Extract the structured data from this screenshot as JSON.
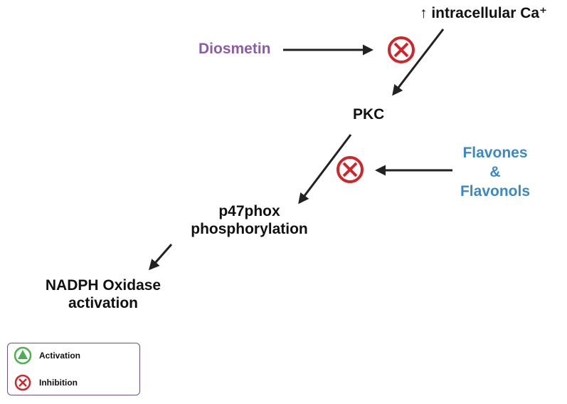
{
  "nodes": {
    "calcium": "↑ intracellular Ca⁺",
    "pkc": "PKC",
    "p47phox_line1": "p47phox",
    "p47phox_line2": "phosphorylation",
    "nadph_line1": "NADPH Oxidase",
    "nadph_line2": "activation"
  },
  "inhibitors": {
    "diosmetin": "Diosmetin",
    "flavones_line1": "Flavones",
    "flavones_line2": "&",
    "flavones_line3": "Flavonols"
  },
  "legend": {
    "activation_label": "Activation",
    "inhibition_label": "Inhibition"
  },
  "colors": {
    "diosmetin": "#8b5ca8",
    "flavones": "#3c88c5",
    "inhibition": "#d0262b",
    "activation": "#4caf50",
    "legend_border": "#6b4f9e",
    "arrow": "#222222"
  }
}
